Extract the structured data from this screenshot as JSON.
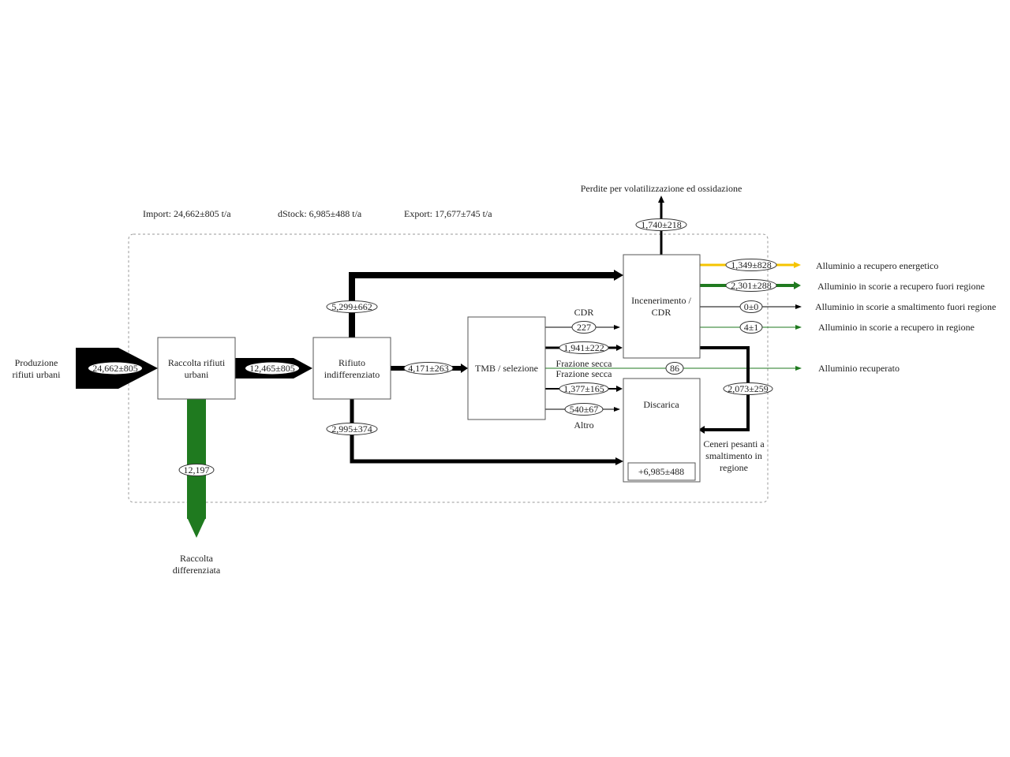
{
  "header": {
    "import": "Import: 24,662±805 t/a",
    "dstock": "dStock: 6,985±488 t/a",
    "export": "Export: 17,677±745 t/a"
  },
  "top_output": "Perdite per volatilizzazione ed ossidazione",
  "processes": {
    "produzione": [
      "Produzione",
      "rifiuti urbani"
    ],
    "raccolta": [
      "Raccolta rifiuti",
      "urbani"
    ],
    "rifiuto": [
      "Rifiuto",
      "indifferenziato"
    ],
    "tmb": "TMB / selezione",
    "incenerimento": [
      "Incenerimento /",
      "CDR"
    ],
    "discarica": "Discarica",
    "discarica_stock": "+6,985±488",
    "raccolta_diff": [
      "Raccolta",
      "differenziata"
    ],
    "ceneri": [
      "Ceneri pesanti a",
      "smaltimento in",
      "regione"
    ]
  },
  "flow_labels": {
    "cdr": "CDR",
    "frazione_secca_1": "Frazione secca",
    "frazione_secca_2": "Frazione secca",
    "altro": "Altro"
  },
  "flows": {
    "produzione_raccolta": "24,662±805",
    "raccolta_rifiuto": "12,465±805",
    "raccolta_differenziata": "12,197",
    "rifiuto_incenerimento": "5,299±662",
    "rifiuto_tmb": "4,171±263",
    "rifiuto_discarica": "2,995±374",
    "tmb_cdr": "227",
    "tmb_incenerimento": "1,941±222",
    "tmb_recuperato": "86",
    "tmb_discarica_frazione": "1,377±165",
    "tmb_discarica_altro": "540±67",
    "perdite": "1,740±218",
    "recupero_energetico": "1,349±828",
    "scorie_fuori_regione": "2,301±288",
    "scorie_smaltimento_fuori": "0±0",
    "scorie_recupero_regione": "4±1",
    "ceneri_regione": "2,073±259"
  },
  "outputs": {
    "recupero_energetico": "Alluminio a recupero energetico",
    "scorie_fuori_regione": "Alluminio in scorie a recupero fuori regione",
    "scorie_smaltimento_fuori": "Alluminio in scorie a smaltimento fuori regione",
    "scorie_recupero_regione": "Alluminio in scorie a recupero in regione",
    "recuperato": "Alluminio recuperato"
  },
  "colors": {
    "black_flow": "#000000",
    "green_flow": "#1f7a1f",
    "yellow_flow": "#f5c400",
    "boundary": "#999999"
  }
}
